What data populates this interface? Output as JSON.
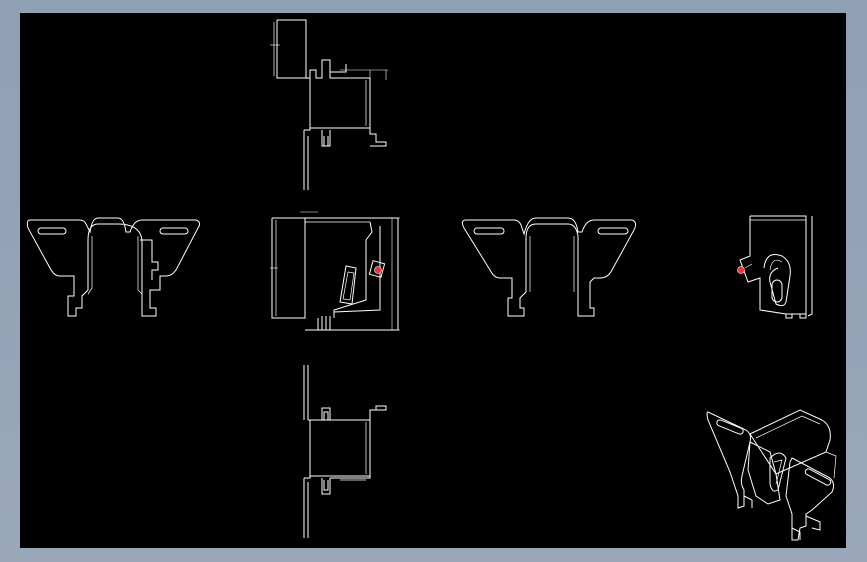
{
  "colors": {
    "background_frame": "#95a3b6",
    "canvas": "#000000",
    "linework": "#ffffff",
    "marker": "#ff2a2a"
  },
  "views": [
    "top-view",
    "front-view",
    "left-side-view",
    "right-side-view",
    "rear-view",
    "bottom-view",
    "isometric-view"
  ]
}
